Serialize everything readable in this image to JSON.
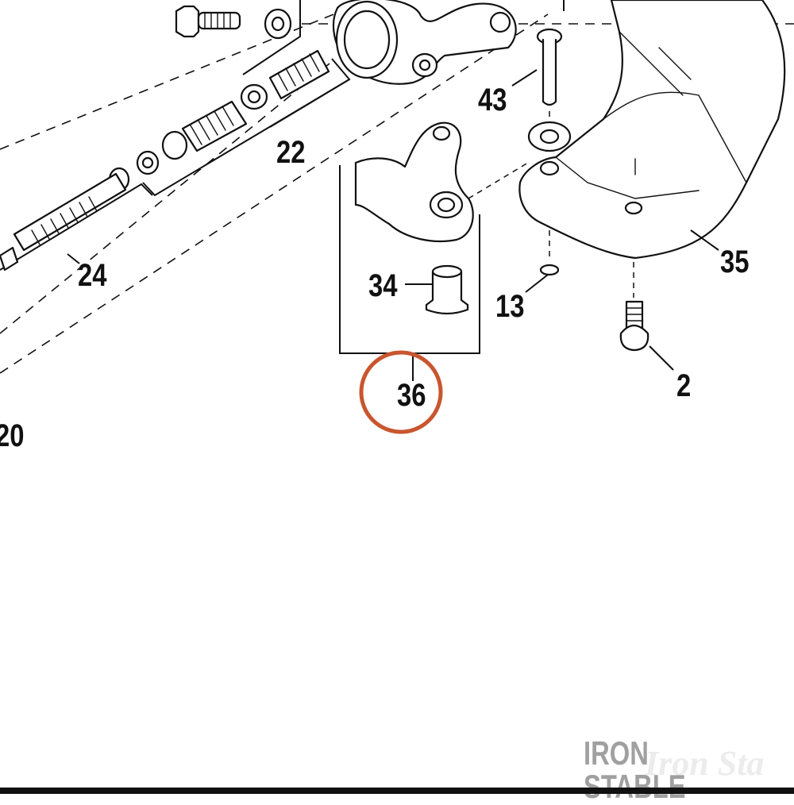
{
  "diagram": {
    "callouts": {
      "c43": "43",
      "c22": "22",
      "c24": "24",
      "c35": "35",
      "c34": "34",
      "c13": "13",
      "c2": "2",
      "c36": "36",
      "c20": "20"
    },
    "highlighted_callout": "36",
    "highlight_color": "#c8562f"
  },
  "watermark": {
    "text": "IRON STABLE",
    "color": "#a0a0a0"
  }
}
